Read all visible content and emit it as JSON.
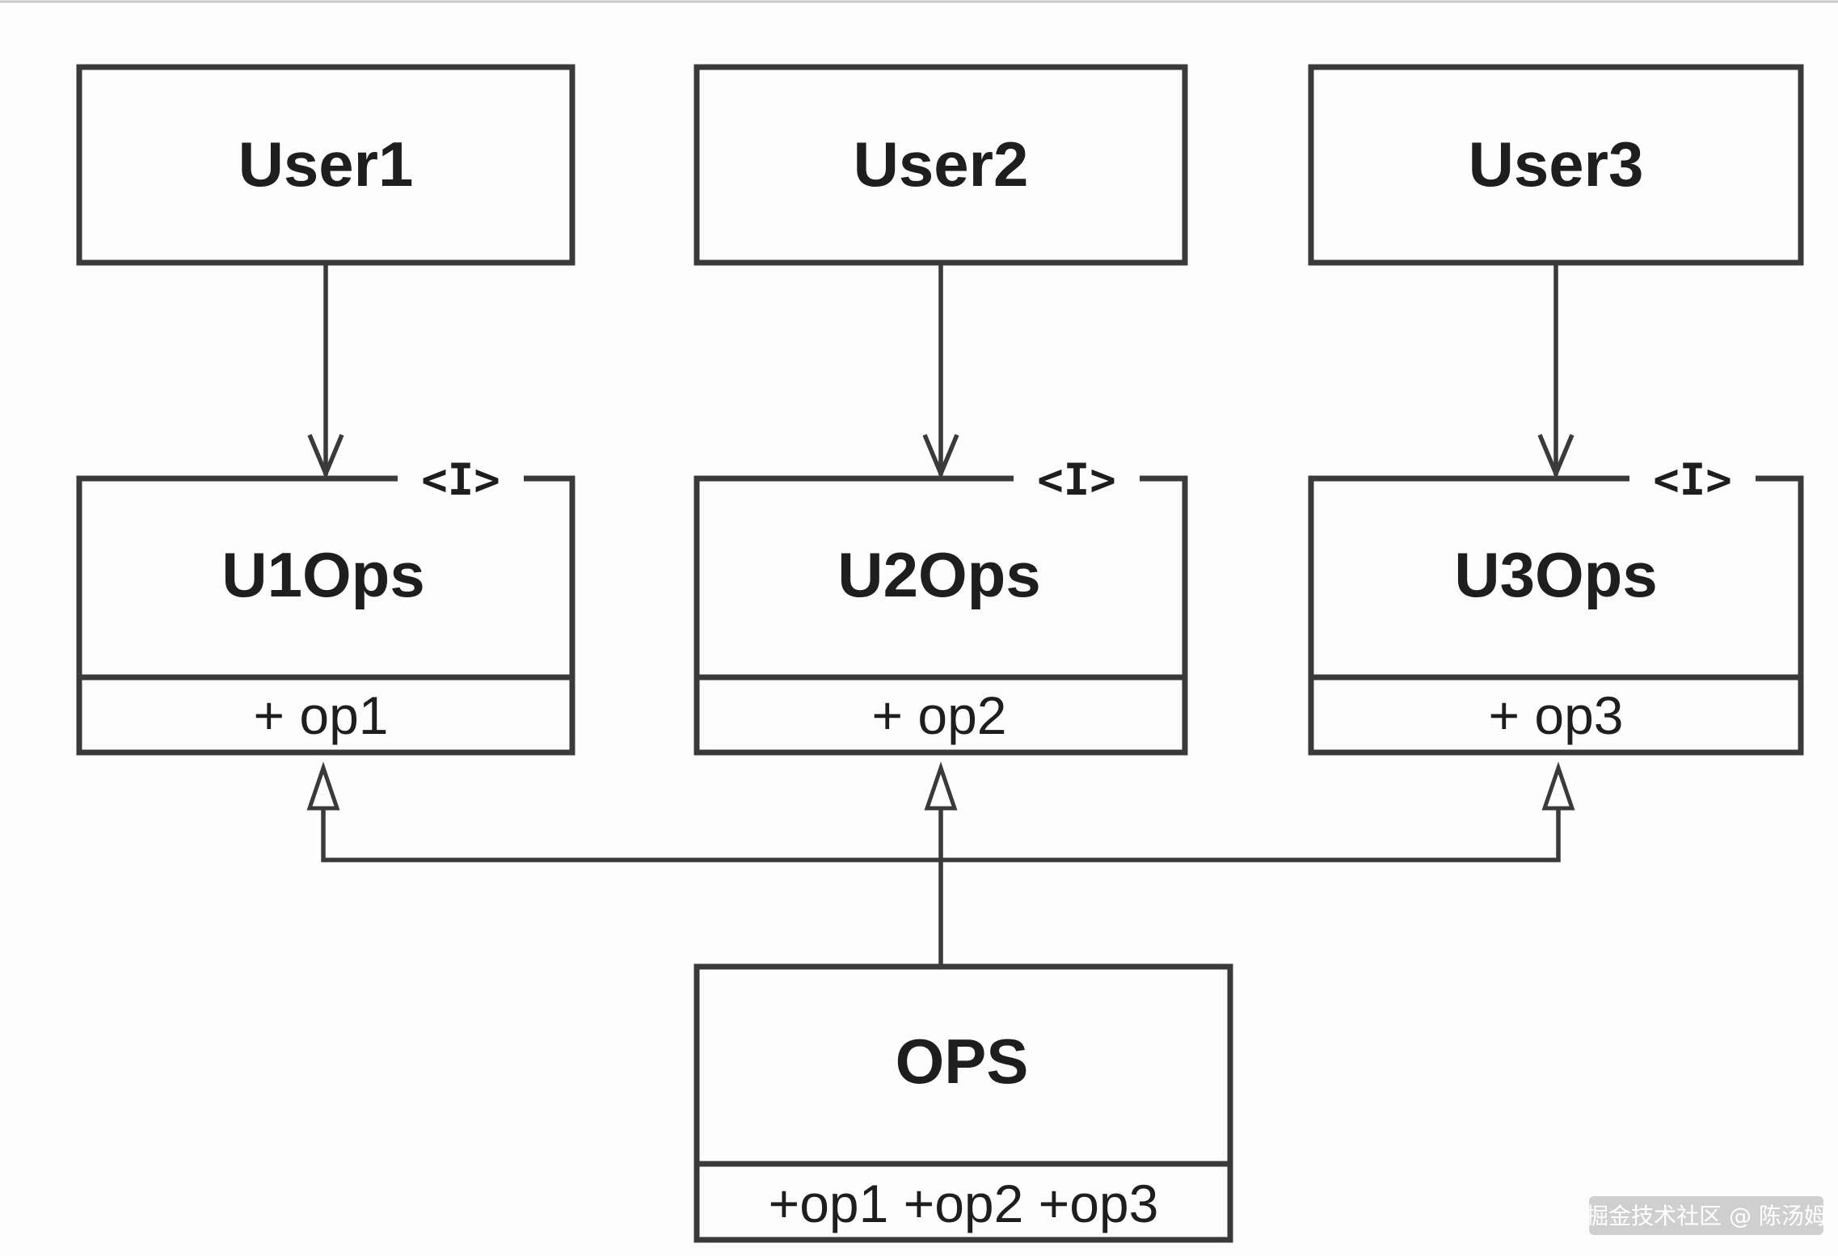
{
  "users": [
    {
      "name": "User1"
    },
    {
      "name": "User2"
    },
    {
      "name": "User3"
    }
  ],
  "interfaces": [
    {
      "stereotype": "<I>",
      "name": "U1Ops",
      "op": "+ op1"
    },
    {
      "stereotype": "<I>",
      "name": "U2Ops",
      "op": "+ op2"
    },
    {
      "stereotype": "<I>",
      "name": "U3Ops",
      "op": "+ op3"
    }
  ],
  "impl": {
    "name": "OPS",
    "ops": "+op1 +op2 +op3"
  },
  "watermark": "掘金技术社区 @ 陈汤姆",
  "colors": {
    "stroke": "#3a3a3a",
    "text": "#1e1e1e",
    "background": "#fdfdfd"
  }
}
